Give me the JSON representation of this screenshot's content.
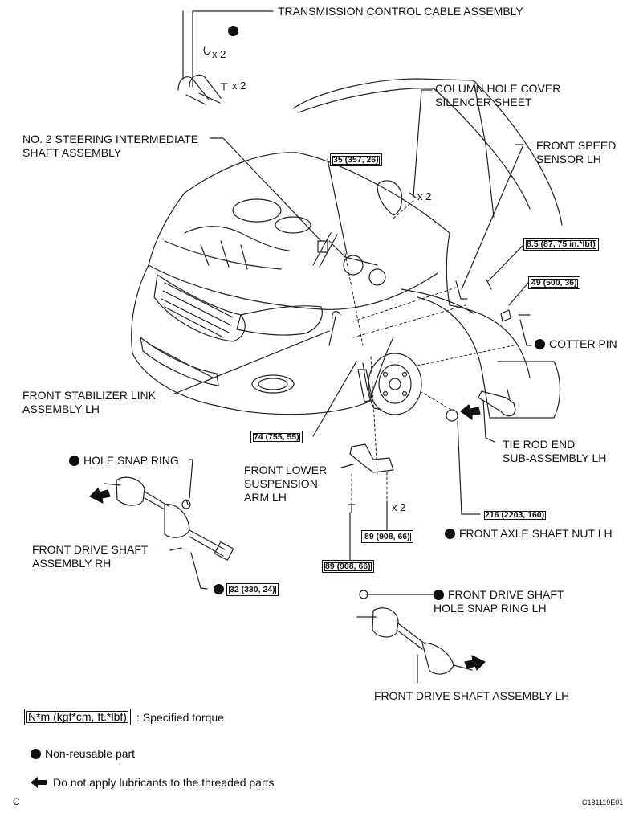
{
  "labels": {
    "transmission_cable": "TRANSMISSION CONTROL CABLE ASSEMBLY",
    "column_hole_cover": "COLUMN HOLE COVER\nSILENCER SHEET",
    "steering_shaft": "NO. 2 STEERING INTERMEDIATE\nSHAFT ASSEMBLY",
    "front_speed_sensor": "FRONT SPEED\nSENSOR LH",
    "cotter_pin": "COTTER PIN",
    "stabilizer_link": "FRONT STABILIZER LINK\nASSEMBLY LH",
    "tie_rod_end": "TIE ROD END\nSUB-ASSEMBLY LH",
    "hole_snap_ring": "HOLE SNAP RING",
    "lower_arm": "FRONT LOWER\nSUSPENSION\nARM LH",
    "axle_nut": "FRONT AXLE SHAFT NUT LH",
    "drive_shaft_rh": "FRONT DRIVE SHAFT\nASSEMBLY RH",
    "snap_ring_lh": "FRONT DRIVE SHAFT\nHOLE SNAP RING LH",
    "drive_shaft_lh": "FRONT DRIVE SHAFT ASSEMBLY LH"
  },
  "quantities": {
    "clip_x2": "x 2",
    "washer_x2": "x 2",
    "cover_clip_x2": "x 2",
    "arm_nut_x2": "x 2"
  },
  "torques": {
    "t35": "35 (357, 26)",
    "t85": "8.5 (87, 75 in.*lbf)",
    "t49": "49 (500, 36)",
    "t74": "74 (755, 55)",
    "t216": "216 (2203, 160)",
    "t89a": "89 (908, 66)",
    "t89b": "89 (908, 66)",
    "t32": "32 (330, 24)"
  },
  "legend": {
    "torque_box": "N*m (kgf*cm, ft.*lbf)",
    "torque_text": ": Specified torque",
    "non_reusable": "Non-reusable part",
    "no_lubricant": "Do not apply lubricants to the threaded parts"
  },
  "corner_letter": "C",
  "figure_id": "C181119E01"
}
